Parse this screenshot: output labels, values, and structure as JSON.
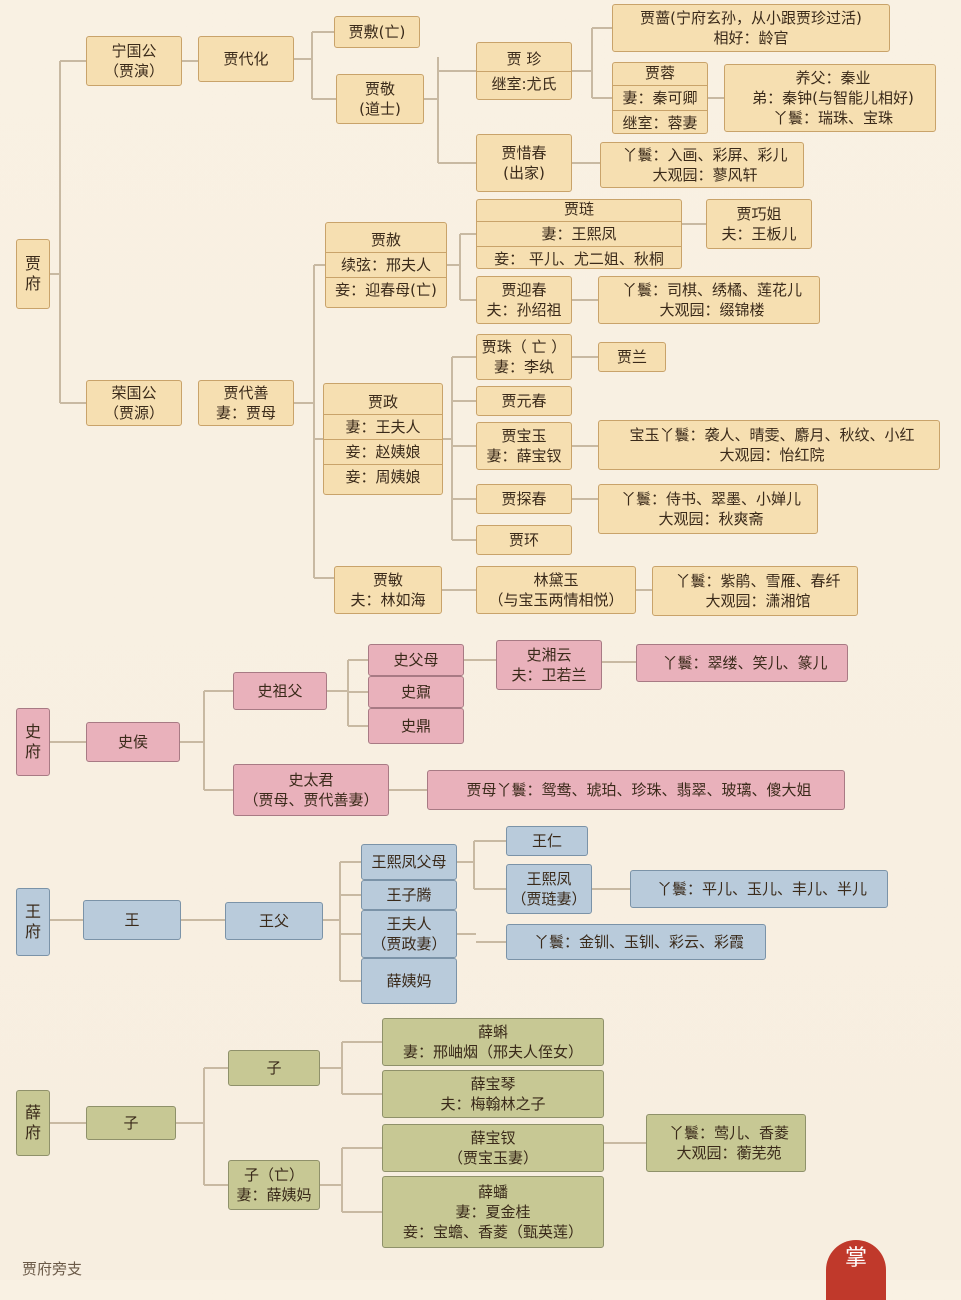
{
  "colors": {
    "jia": "#f6dfb1",
    "shi": "#e9b1bb",
    "wang": "#b9cbdb",
    "xue": "#c7c894",
    "line": "#c8b9a2"
  },
  "jia": {
    "fu": [
      "贾",
      "府"
    ],
    "ningguogong": [
      "宁国公",
      "（贾演）"
    ],
    "daihua": [
      "贾代化"
    ],
    "fu_dead": [
      "贾敷(亡)"
    ],
    "jing": [
      "贾敬",
      "(道士)"
    ],
    "zhen": [
      "贾 珍",
      "继室:尤氏"
    ],
    "qiang": [
      "贾蔷(宁府玄孙，从小跟贾珍过活)",
      "相好：龄官"
    ],
    "rong": [
      "贾蓉",
      "妻：秦可卿",
      "继室：蓉妻"
    ],
    "rong_notes": [
      "养父：秦业",
      "弟：秦钟(与智能儿相好)",
      "丫鬟：瑞珠、宝珠"
    ],
    "xichun": [
      "贾惜春",
      "(出家)"
    ],
    "xichun_notes": [
      "丫鬟：入画、彩屏、彩儿",
      "大观园：蓼风轩"
    ],
    "rongguogong": [
      "荣国公",
      "（贾源）"
    ],
    "daishan": [
      "贾代善",
      "妻：贾母"
    ],
    "she": [
      "贾赦",
      "续弦：邢夫人",
      "妾：迎春母(亡)"
    ],
    "lian": [
      "贾琏",
      "妻：王熙凤",
      "妾：  平儿、尤二姐、秋桐"
    ],
    "qiaojie": [
      "贾巧姐",
      "夫：王板儿"
    ],
    "yingchun": [
      "贾迎春",
      "夫：孙绍祖"
    ],
    "yingchun_notes": [
      "丫鬟：司棋、绣橘、莲花儿",
      "大观园：缀锦楼"
    ],
    "zheng": [
      "贾政",
      "妻：王夫人",
      "妾：赵姨娘",
      "妾：周姨娘"
    ],
    "zhu": [
      "贾珠（ 亡 ）",
      "妻：李纨"
    ],
    "lan": [
      "贾兰"
    ],
    "yuanchun": [
      "贾元春"
    ],
    "baoyu": [
      "贾宝玉",
      "妻：薛宝钗"
    ],
    "baoyu_notes": [
      "宝玉丫鬟：袭人、晴雯、麝月、秋纹、小红",
      "大观园：怡红院"
    ],
    "tanchun": [
      "贾探春"
    ],
    "tanchun_notes": [
      "丫鬟：侍书、翠墨、小婵儿",
      "大观园：秋爽斋"
    ],
    "huan": [
      "贾环"
    ],
    "min": [
      "贾敏",
      "夫：林如海"
    ],
    "daiyu": [
      "林黛玉",
      "（与宝玉两情相悦）"
    ],
    "daiyu_notes": [
      "丫鬟：紫鹃、雪雁、春纤",
      "大观园：潇湘馆"
    ]
  },
  "shi": {
    "fu": [
      "史",
      "府"
    ],
    "hou": [
      "史侯"
    ],
    "zufu": [
      "史祖父"
    ],
    "fumu": [
      "史父母"
    ],
    "nai": [
      "史鼐"
    ],
    "ding": [
      "史鼎"
    ],
    "xiangyun": [
      "史湘云",
      "夫：卫若兰"
    ],
    "xiangyun_notes": [
      "丫鬟：翠缕、笑儿、篆儿"
    ],
    "taijun": [
      "史太君",
      "（贾母、贾代善妻）"
    ],
    "taijun_notes": [
      "贾母丫鬟：鸳鸯、琥珀、珍珠、翡翠、玻璃、傻大姐"
    ]
  },
  "wang": {
    "fu": [
      "王",
      "府"
    ],
    "wang": [
      "王"
    ],
    "fu_father": [
      "王父"
    ],
    "xifeng_parents": [
      "王熙凤父母"
    ],
    "ziteng": [
      "王子腾"
    ],
    "furen": [
      "王夫人",
      "（贾政妻）"
    ],
    "xueyima": [
      "薛姨妈"
    ],
    "ren": [
      "王仁"
    ],
    "xifeng": [
      "王熙凤",
      "（贾琏妻）"
    ],
    "xifeng_notes": [
      "丫鬟：平儿、玉儿、丰儿、半儿"
    ],
    "furen_notes": [
      "丫鬟：金钏、玉钏、彩云、彩霞"
    ]
  },
  "xue": {
    "fu": [
      "薛",
      "府"
    ],
    "zi": [
      "子"
    ],
    "zi2": [
      "子"
    ],
    "zi_dead": [
      "子（亡）",
      "妻：薛姨妈"
    ],
    "ke": [
      "薛蝌",
      "妻：邢岫烟（邢夫人侄女）"
    ],
    "baoqin": [
      "薛宝琴",
      "夫：梅翰林之子"
    ],
    "baochai": [
      "薛宝钗",
      "（贾宝玉妻）"
    ],
    "baochai_notes": [
      "丫鬟：莺儿、香菱",
      "大观园：蘅芜苑"
    ],
    "pan": [
      "薛蟠",
      "妻：夏金桂",
      "妾：宝蟾、香菱（甄英莲）"
    ]
  },
  "footer": "贾府旁支",
  "seal_text": "掌"
}
